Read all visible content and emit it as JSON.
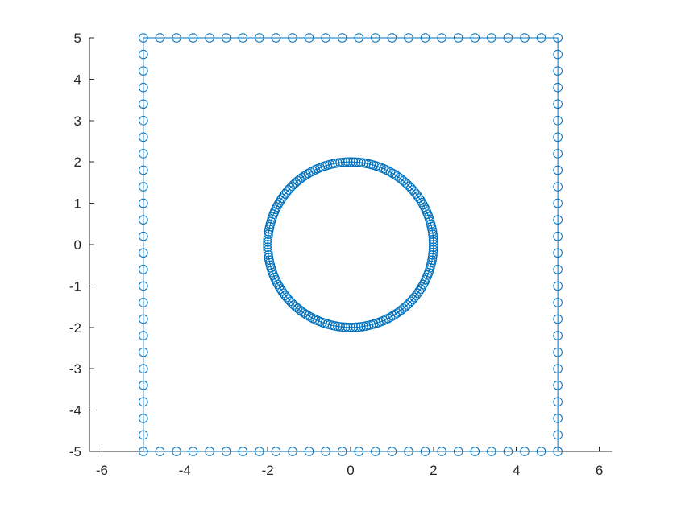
{
  "chart_data": {
    "type": "scatter",
    "title": "",
    "xlabel": "",
    "ylabel": "",
    "xlim": [
      -6.3,
      6.3
    ],
    "ylim": [
      -5,
      5
    ],
    "x_ticks": [
      -6,
      -4,
      -2,
      0,
      2,
      4,
      6
    ],
    "y_ticks": [
      -5,
      -4,
      -3,
      -2,
      -1,
      0,
      1,
      2,
      3,
      4,
      5
    ],
    "x_tick_labels": [
      "-6",
      "-4",
      "-2",
      "0",
      "2",
      "4",
      "6"
    ],
    "y_tick_labels": [
      "-5",
      "-4",
      "-3",
      "-2",
      "-1",
      "0",
      "1",
      "2",
      "3",
      "4",
      "5"
    ],
    "grid": false,
    "legend": "none",
    "marker": "open-circle",
    "color": "#0072BD",
    "series": [
      {
        "shape": "square-boundary",
        "x_range": [
          -5,
          5
        ],
        "y_range": [
          -5,
          5
        ],
        "points_per_side": 26,
        "connected": true
      },
      {
        "shape": "circle",
        "center": [
          0,
          0
        ],
        "radius": 2,
        "point_count": 200,
        "connected": true
      }
    ]
  }
}
